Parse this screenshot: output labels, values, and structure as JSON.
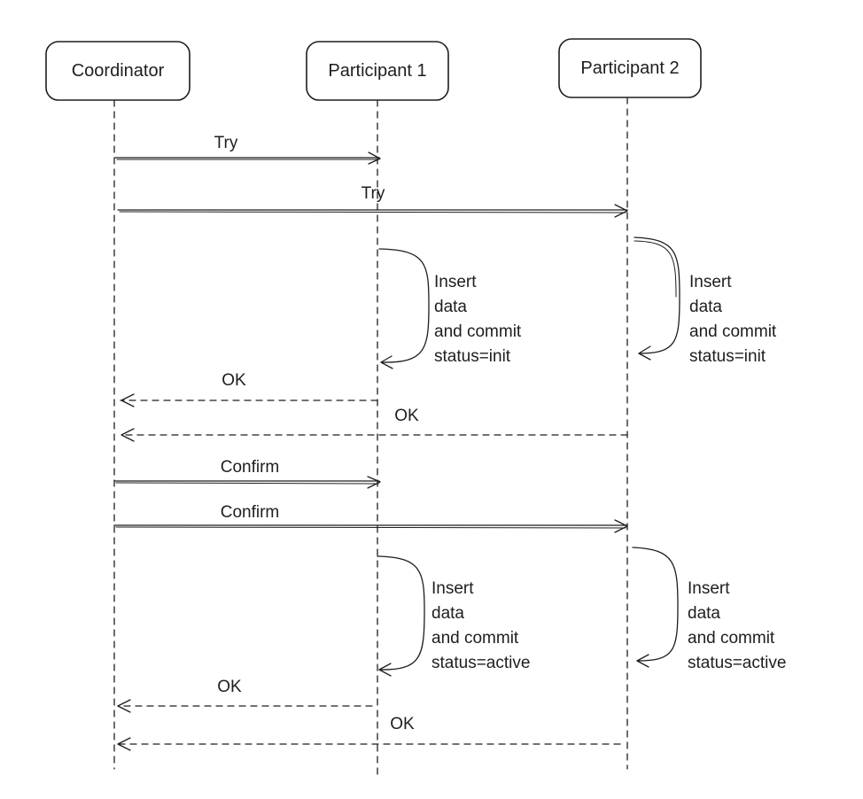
{
  "actors": [
    {
      "id": "coordinator",
      "label": "Coordinator"
    },
    {
      "id": "p1",
      "label": "Participant 1"
    },
    {
      "id": "p2",
      "label": "Participant 2"
    }
  ],
  "messages": [
    {
      "label": "Try",
      "from": "coordinator",
      "to": "p1",
      "style": "solid"
    },
    {
      "label": "Try",
      "from": "coordinator",
      "to": "p2",
      "style": "solid"
    },
    {
      "label": "OK",
      "from": "p1",
      "to": "coordinator",
      "style": "dashed"
    },
    {
      "label": "OK",
      "from": "p2",
      "to": "coordinator",
      "style": "dashed"
    },
    {
      "label": "Confirm",
      "from": "coordinator",
      "to": "p1",
      "style": "solid"
    },
    {
      "label": "Confirm",
      "from": "coordinator",
      "to": "p2",
      "style": "solid"
    },
    {
      "label": "OK",
      "from": "p1",
      "to": "coordinator",
      "style": "dashed"
    },
    {
      "label": "OK",
      "from": "p2",
      "to": "coordinator",
      "style": "dashed"
    }
  ],
  "self_notes": [
    {
      "actor": "p1",
      "lines": [
        "Insert",
        "data",
        "and commit",
        "status=init"
      ]
    },
    {
      "actor": "p2",
      "lines": [
        "Insert",
        "data",
        "and commit",
        "status=init"
      ]
    },
    {
      "actor": "p1",
      "lines": [
        "Insert",
        "data",
        "and commit",
        "status=active"
      ]
    },
    {
      "actor": "p2",
      "lines": [
        "Insert",
        "data",
        "and commit",
        "status=active"
      ]
    }
  ],
  "colors": {
    "stroke": "#1e1e1e",
    "background": "#ffffff"
  }
}
